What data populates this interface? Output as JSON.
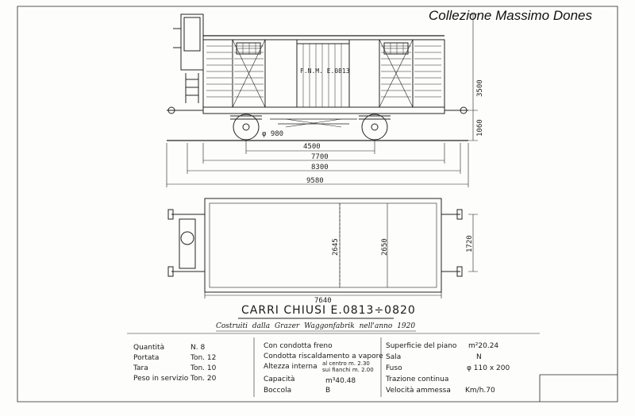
{
  "watermark": "Collezione Massimo Dones",
  "side_view": {
    "wagon_marking": "F.N.M. E.0813",
    "wheel_diameter": "φ 980",
    "dims_horizontal": [
      "4500",
      "7700",
      "8300",
      "9580"
    ],
    "dims_vertical": [
      "3500",
      "1060"
    ]
  },
  "top_view": {
    "dims_vertical": [
      "2645",
      "2650",
      "1720"
    ],
    "dims_horizontal": [
      "7640"
    ]
  },
  "title": "CARRI CHIUSI E.0813÷0820",
  "subtitle": "Costruiti dalla Grazer Waggonfabrik nell'anno 1920",
  "specs_col1": {
    "labels": [
      "Quantità",
      "Portata",
      "Tara",
      "Peso in servizio"
    ],
    "values": [
      "N. 8",
      "Ton. 12",
      "Ton. 10",
      "Ton. 20"
    ]
  },
  "specs_col2": {
    "line1": "Con condotta freno",
    "line2": "Condotta riscaldamento a vapore",
    "altezza_label": "Altezza interna",
    "altezza_centro": "al centro m. 2.30",
    "altezza_fianchi": "sui fianchi m. 2.00",
    "capacita_label": "Capacità",
    "capacita_value": "m³40.48",
    "boccola_label": "Boccola",
    "boccola_value": "B"
  },
  "specs_col3": {
    "superficie_label": "Superficie del piano",
    "superficie_value": "m²20.24",
    "sala_label": "Sala",
    "sala_value": "N",
    "fuso_label": "Fuso",
    "fuso_value": "φ 110 x 200",
    "trazione": "Trazione continua",
    "velocita_label": "Velocità ammessa",
    "velocita_value": "Km/h.70"
  }
}
